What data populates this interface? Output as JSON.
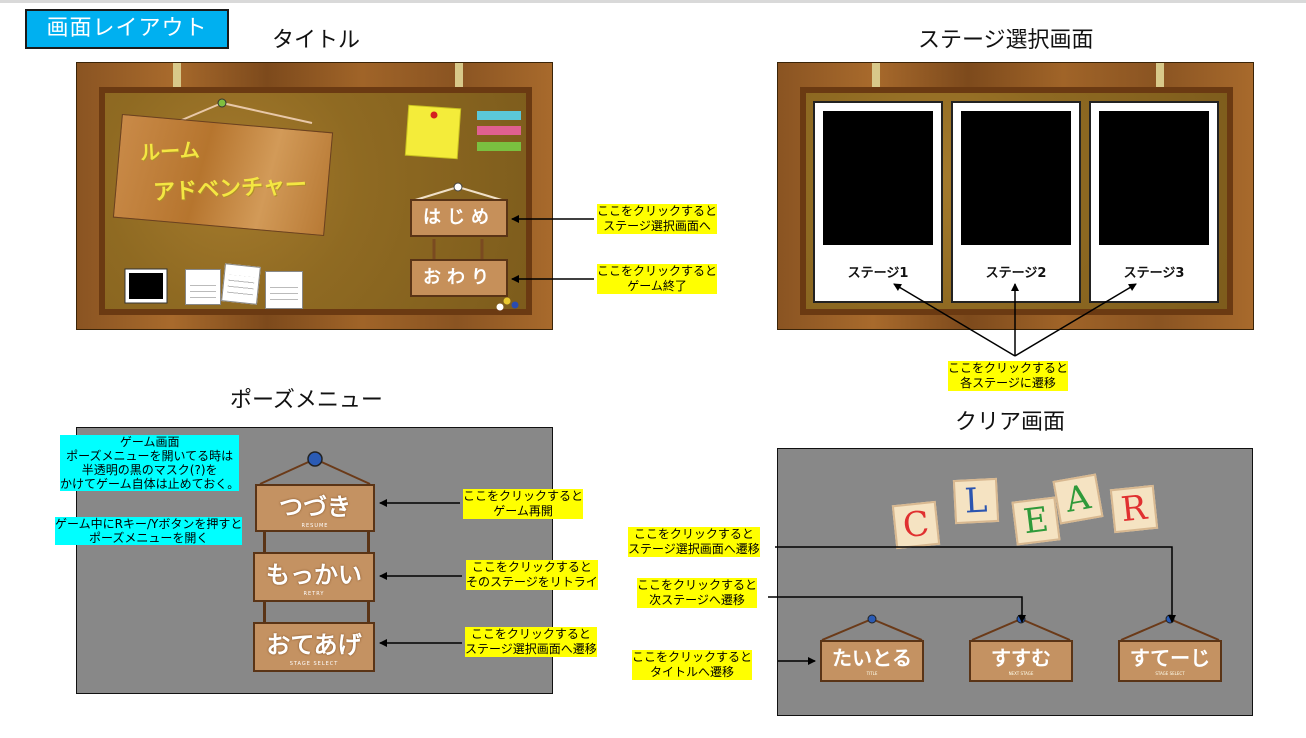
{
  "main_title": "画面レイアウト",
  "sections": {
    "title": "タイトル",
    "stage_select": "ステージ選択画面",
    "pause": "ポーズメニュー",
    "clear": "クリア画面"
  },
  "title_screen": {
    "logo_line1": "ルーム",
    "logo_line2": "アドベンチャー",
    "start_button": "はじめ",
    "quit_button": "おわり",
    "note_start": "ここをクリックすると\nステージ選択画面へ",
    "note_quit": "ここをクリックすると\nゲーム終了"
  },
  "stage_select": {
    "stages": [
      "ステージ1",
      "ステージ2",
      "ステージ3"
    ],
    "note": "ここをクリックすると\n各ステージに遷移"
  },
  "pause_menu": {
    "info_game": "ゲーム画面\nポーズメニューを開いてる時は\n半透明の黒のマスク(?)を\nかけてゲーム自体は止めておく。",
    "info_key": "ゲーム中にRキー/Yボタンを押すと\nポーズメニューを開く",
    "buttons": [
      {
        "label": "つづき",
        "sub": "RESUME"
      },
      {
        "label": "もっかい",
        "sub": "RETRY"
      },
      {
        "label": "おてあげ",
        "sub": "STAGE SELECT"
      }
    ],
    "notes": [
      "ここをクリックすると\nゲーム再開",
      "ここをクリックすると\nそのステージをリトライ",
      "ここをクリックすると\nステージ選択画面へ遷移"
    ]
  },
  "clear_screen": {
    "letters": [
      "C",
      "L",
      "E",
      "A",
      "R"
    ],
    "letter_colors": [
      "#e03030",
      "#2b55b0",
      "#2f9a3a",
      "#2f9a3a",
      "#e03030"
    ],
    "buttons": [
      {
        "label": "たいとる",
        "sub": "TITLE"
      },
      {
        "label": "すすむ",
        "sub": "NEXT STAGE"
      },
      {
        "label": "すてーじ",
        "sub": "STAGE SELECT"
      }
    ],
    "notes": [
      "ここをクリックすると\nステージ選択画面へ遷移",
      "ここをクリックすると\n次ステージへ遷移",
      "ここをクリックすると\nタイトルへ遷移"
    ]
  }
}
